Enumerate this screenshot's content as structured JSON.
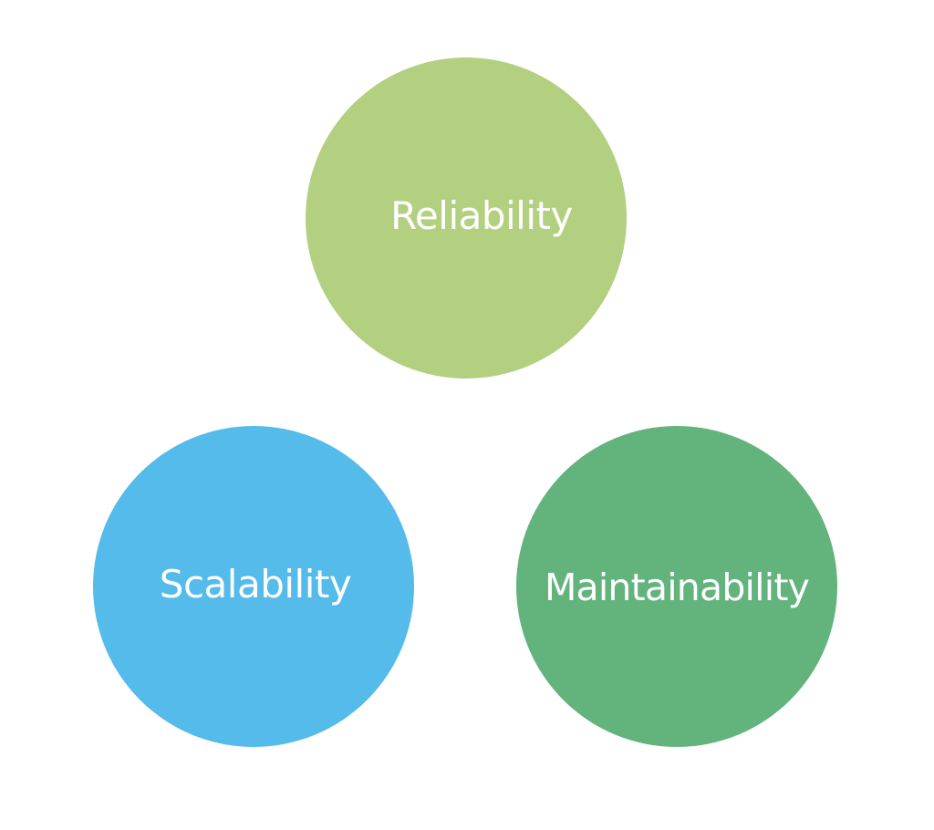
{
  "diagram": {
    "nodes": [
      {
        "label": "Reliability",
        "color": "#b3d080"
      },
      {
        "label": "Scalability",
        "color": "#55bbeb"
      },
      {
        "label": "Maintainability",
        "color": "#63b37d"
      }
    ]
  }
}
